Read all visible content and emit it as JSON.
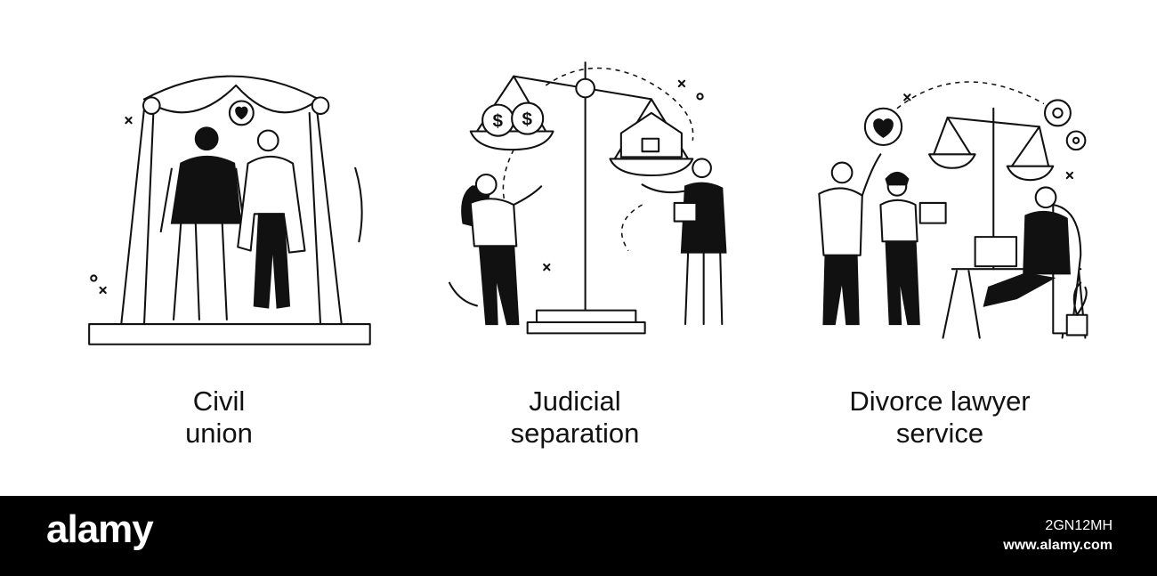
{
  "illustrations": [
    {
      "icon": "wedding-arch-couple-illustration",
      "caption_lines": [
        "Civil",
        "union"
      ]
    },
    {
      "icon": "justice-scale-house-money-illustration",
      "caption_lines": [
        "Judicial",
        "separation"
      ]
    },
    {
      "icon": "lawyer-desk-couple-illustration",
      "caption_lines": [
        "Divorce lawyer",
        "service"
      ]
    }
  ],
  "footer": {
    "brand": "alamy",
    "image_id": "2GN12MH",
    "site": "www.alamy.com"
  },
  "colors": {
    "ink": "#111111",
    "background": "#ffffff",
    "footer_bg": "#000000"
  }
}
